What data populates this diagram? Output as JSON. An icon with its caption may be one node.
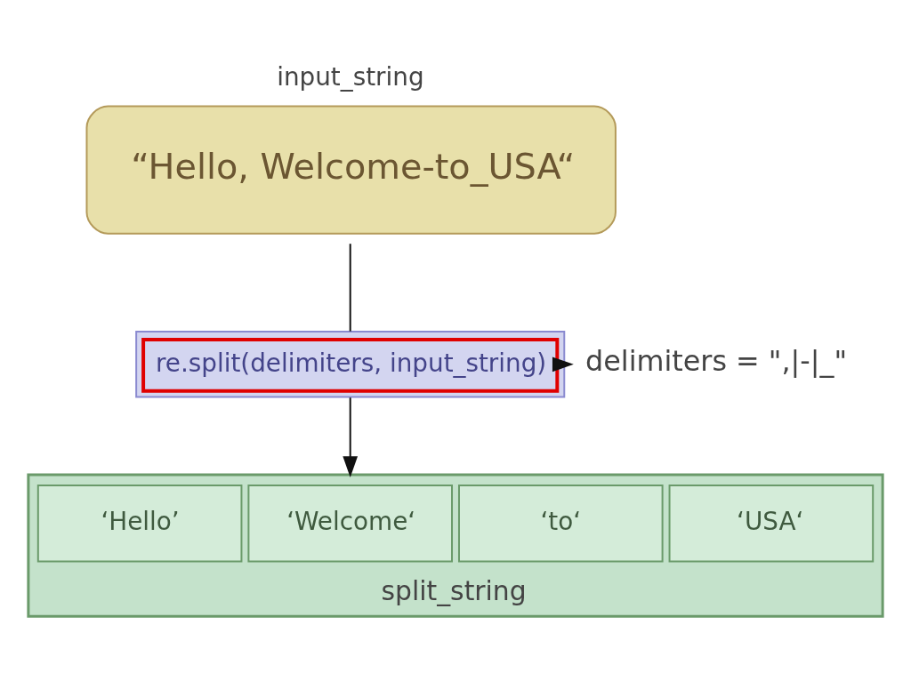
{
  "diagram": {
    "nodes": [
      {
        "text": [
          "“Hello, Welcome-to_USA“"
        ],
        "beside": [
          "input_string"
        ]
      },
      {
        "text": [
          "re.split(delimiters, input_string)"
        ]
      },
      {
        "text": [
          "delimiters = \",|-|_\""
        ]
      },
      {
        "text": [],
        "shape": "box",
        "beside": [
          "split_string"
        ]
      },
      {
        "text": [
          "‘Hello’"
        ],
        "in": 3
      },
      {
        "text": [
          "‘Welcome‘"
        ],
        "in": 3
      },
      {
        "text": [
          "‘to‘"
        ],
        "in": 3
      },
      {
        "text": [
          "‘USA‘"
        ],
        "in": 3
      }
    ],
    "edges": [
      {
        "from": 0,
        "to": 1,
        "arrow": "none"
      },
      {
        "from": 1,
        "to": 2,
        "arrow": "to"
      },
      {
        "from": 1,
        "to": 3,
        "arrow": "to"
      }
    ]
  }
}
